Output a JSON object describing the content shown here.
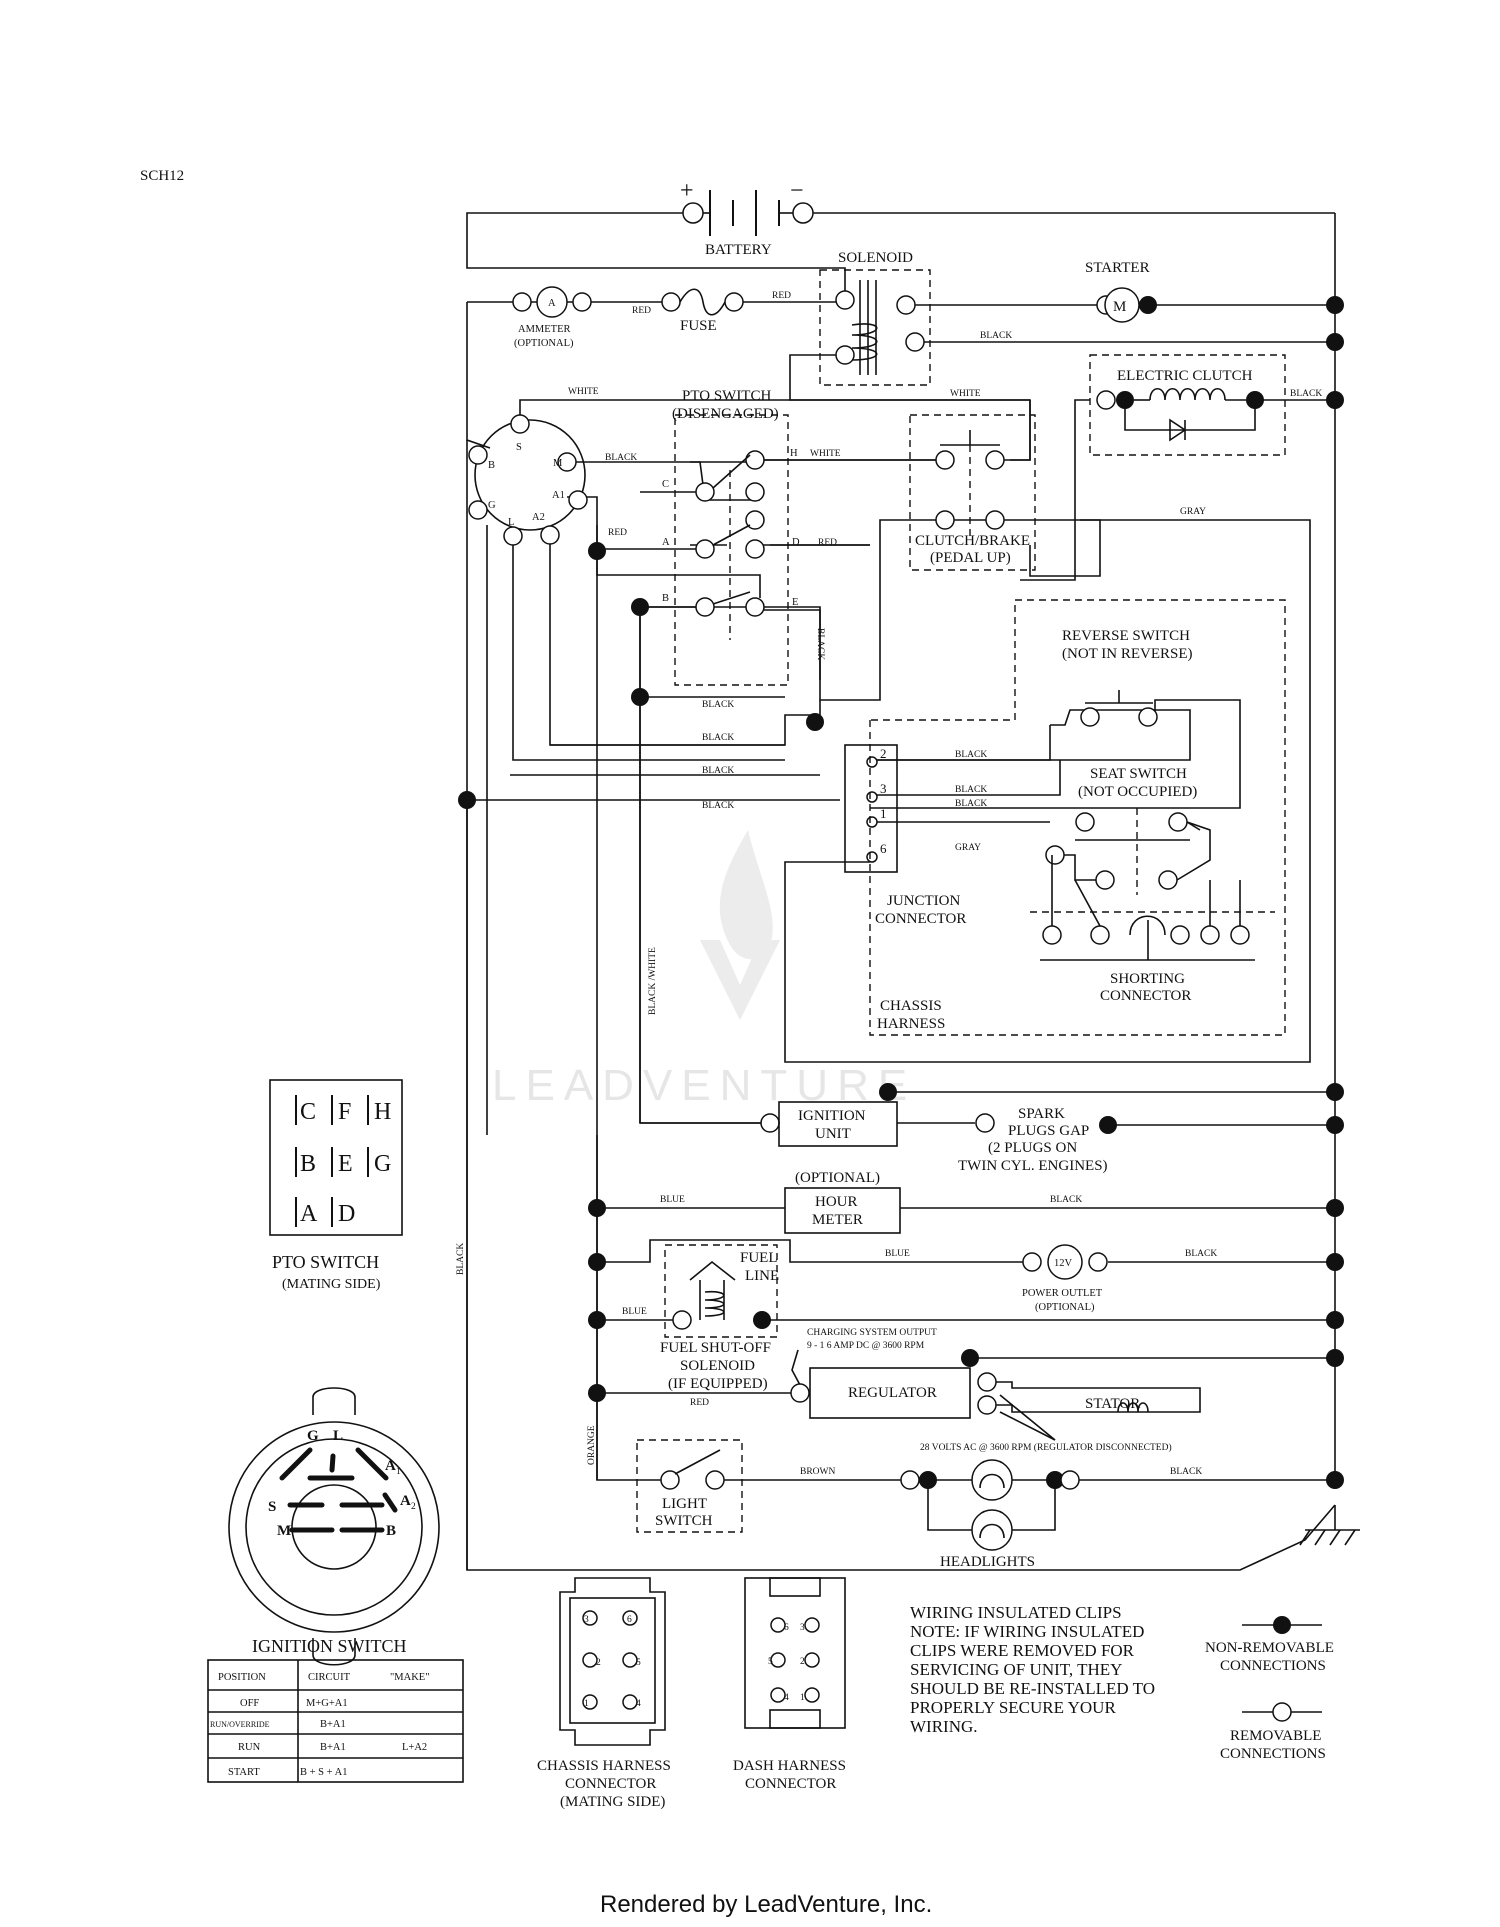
{
  "diagram_id": "SCH12",
  "footer": "Rendered by LeadVenture, Inc.",
  "watermark": "LEADVENTURE",
  "components": {
    "battery": {
      "label": "BATTERY",
      "plus": "+",
      "minus": "−"
    },
    "solenoid": "SOLENOID",
    "starter": {
      "label": "STARTER",
      "symbol": "M"
    },
    "ammeter": {
      "label": "AMMETER",
      "sub": "(OPTIONAL)",
      "symbol": "A"
    },
    "fuse": "FUSE",
    "electric_clutch": "ELECTRIC CLUTCH",
    "pto_switch": {
      "label": "PTO SWITCH",
      "sub": "(DISENGAGED)"
    },
    "clutch_brake": {
      "label": "CLUTCH/BRAKE",
      "sub": "(PEDAL UP)"
    },
    "reverse_switch": {
      "label": "REVERSE SWITCH",
      "sub": "(NOT IN REVERSE)"
    },
    "seat_switch": {
      "label": "SEAT SWITCH",
      "sub": "(NOT OCCUPIED)"
    },
    "junction_connector": {
      "line1": "JUNCTION",
      "line2": "CONNECTOR"
    },
    "shorting_connector": {
      "line1": "SHORTING",
      "line2": "CONNECTOR"
    },
    "chassis_harness": {
      "line1": "CHASSIS",
      "line2": "HARNESS"
    },
    "ignition_unit": {
      "line1": "IGNITION",
      "line2": "UNIT"
    },
    "spark_plugs": {
      "line1": "SPARK",
      "line2": "PLUGS GAP",
      "line3": "(2 PLUGS ON",
      "line4": "TWIN CYL. ENGINES)"
    },
    "hour_meter": {
      "optional": "(OPTIONAL)",
      "line1": "HOUR",
      "line2": "METER"
    },
    "fuel_line": {
      "line1": "FUEL",
      "line2": "LINE"
    },
    "power_outlet": {
      "symbol": "12V",
      "line1": "POWER OUTLET",
      "line2": "(OPTIONAL)"
    },
    "fuel_solenoid": {
      "line1": "FUEL SHUT-OFF",
      "line2": "SOLENOID",
      "line3": "(IF EQUIPPED)"
    },
    "charging_output": {
      "line1": "CHARGING SYSTEM OUTPUT",
      "line2": "9 - 1 6 AMP DC @ 3600 RPM"
    },
    "regulator": "REGULATOR",
    "stator": "STATOR",
    "stator_ac": "28 VOLTS AC @ 3600 RPM (REGULATOR DISCONNECTED)",
    "light_switch": {
      "line1": "LIGHT",
      "line2": "SWITCH"
    },
    "headlights": "HEADLIGHTS"
  },
  "wire_colors": {
    "red": "RED",
    "white": "WHITE",
    "black": "BLACK",
    "gray": "GRAY",
    "blue": "BLUE",
    "brown": "BROWN",
    "orange": "ORANGE",
    "black_white": "BLACK /WHITE"
  },
  "ignition_terminals": {
    "s": "S",
    "m": "M",
    "b": "B",
    "a1": "A1",
    "g": "G",
    "l": "L",
    "a2": "A2"
  },
  "pto_terminals": {
    "c": "C",
    "h": "H",
    "a": "A",
    "d": "D",
    "b": "B",
    "e": "E"
  },
  "junction_pins": [
    "2",
    "3",
    "1",
    "6"
  ],
  "pto_mating": {
    "rows": [
      [
        "C",
        "F",
        "H"
      ],
      [
        "B",
        "E",
        "G"
      ],
      [
        "A",
        "D"
      ]
    ],
    "label": "PTO SWITCH",
    "sub": "(MATING SIDE)"
  },
  "ignition_switch": {
    "terminals": {
      "g": "G",
      "l": "L",
      "a1": "A",
      "a1_sub": "1",
      "s": "S",
      "a2": "A",
      "a2_sub": "2",
      "m": "M",
      "b": "B"
    },
    "label": "IGNITION SWITCH",
    "table": {
      "headers": [
        "POSITION",
        "CIRCUIT",
        "\"MAKE\""
      ],
      "rows": [
        {
          "position": "OFF",
          "circuit": "M+G+A1",
          "extra": ""
        },
        {
          "position": "RUN/OVERRIDE",
          "circuit": "B+A1",
          "extra": ""
        },
        {
          "position": "RUN",
          "circuit": "B+A1",
          "extra": "L+A2"
        },
        {
          "position": "START",
          "circuit": "B + S + A1",
          "extra": ""
        }
      ]
    }
  },
  "chassis_connector": {
    "pins": [
      "3",
      "6",
      "2",
      "5",
      "1",
      "4"
    ],
    "line1": "CHASSIS HARNESS",
    "line2": "CONNECTOR",
    "line3": "(MATING SIDE)"
  },
  "dash_connector": {
    "pins": [
      "6",
      "3",
      "5",
      "2",
      "4",
      "1"
    ],
    "line1": "DASH HARNESS",
    "line2": "CONNECTOR"
  },
  "note": {
    "lines": [
      "WIRING INSULATED CLIPS",
      "NOTE: IF WIRING INSULATED",
      "CLIPS WERE REMOVED FOR",
      "SERVICING OF UNIT, THEY",
      "SHOULD BE RE-INSTALLED TO",
      "PROPERLY SECURE YOUR",
      "WIRING."
    ]
  },
  "legend": {
    "non_removable": {
      "line1": "NON-REMOVABLE",
      "line2": "CONNECTIONS"
    },
    "removable": {
      "line1": "REMOVABLE",
      "line2": "CONNECTIONS"
    }
  }
}
